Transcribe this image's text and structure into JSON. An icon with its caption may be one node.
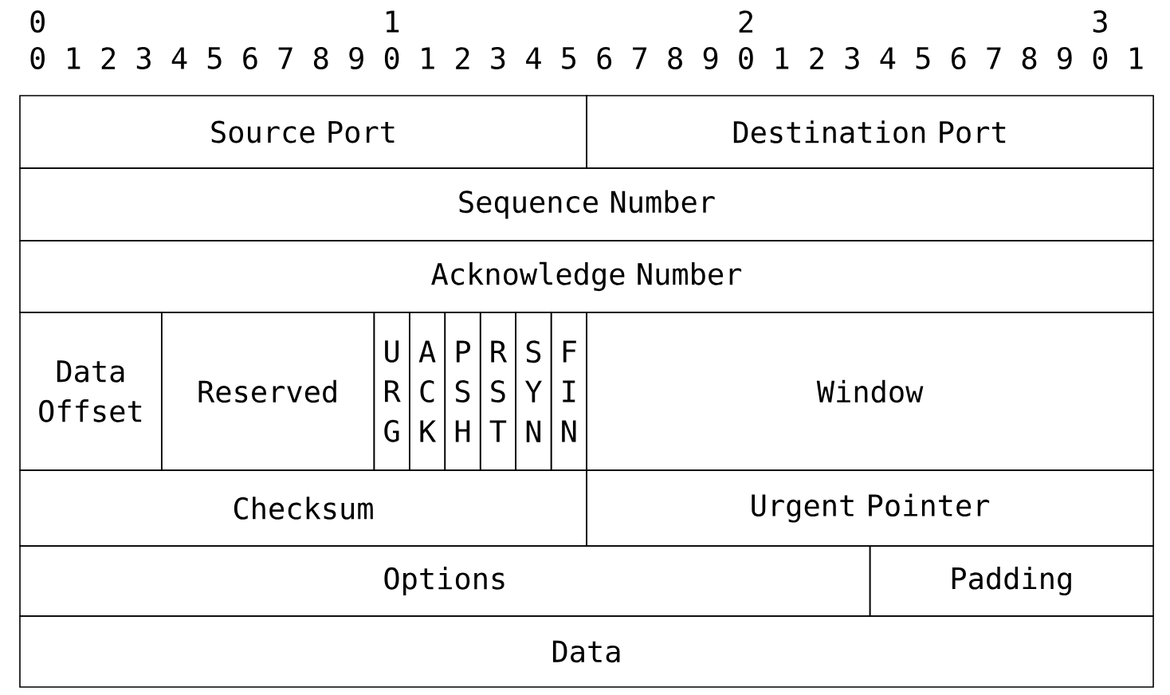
{
  "diagram": {
    "nodes": [
      {
        "text": [
          "Source Port"
        ]
      },
      {
        "text": [
          "Destination Port"
        ]
      },
      {
        "text": [
          "Sequence Number"
        ]
      },
      {
        "text": [
          "Acknowledge Number"
        ]
      },
      {
        "text": [
          "Data Offset"
        ]
      },
      {
        "text": [
          "Reserved"
        ]
      },
      {
        "text": [
          "U R G"
        ]
      },
      {
        "text": [
          "A C K"
        ]
      },
      {
        "text": [
          "P S H"
        ]
      },
      {
        "text": [
          "R S T"
        ]
      },
      {
        "text": [
          "S Y N"
        ]
      },
      {
        "text": [
          "F I N"
        ]
      },
      {
        "text": [
          "Window"
        ]
      },
      {
        "text": [
          "Checksum"
        ]
      },
      {
        "text": [
          "Urgent Pointer"
        ]
      },
      {
        "text": [
          "Options"
        ]
      },
      {
        "text": [
          "Padding"
        ]
      },
      {
        "text": [
          "Data"
        ]
      }
    ],
    "labels": [
      "0",
      "1",
      "2",
      "3",
      "0",
      "1",
      "2",
      "3",
      "4",
      "5",
      "6",
      "7",
      "8",
      "9",
      "0",
      "1",
      "2",
      "3",
      "4",
      "5",
      "6",
      "7",
      "8",
      "9",
      "0",
      "1",
      "2",
      "3",
      "4",
      "5",
      "6",
      "7",
      "8",
      "9",
      "0",
      "1"
    ]
  }
}
